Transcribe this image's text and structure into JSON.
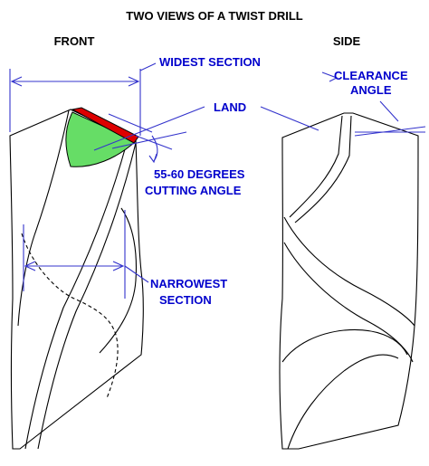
{
  "title": "TWO VIEWS OF A TWIST DRILL",
  "views": {
    "front": "FRONT",
    "side": "SIDE"
  },
  "labels": {
    "widest_section": "WIDEST SECTION",
    "land": "LAND",
    "clearance_line1": "CLEARANCE",
    "clearance_line2": "ANGLE",
    "cutting_line1": "55-60 DEGREES",
    "cutting_line2": "CUTTING ANGLE",
    "narrowest_line1": "NARROWEST",
    "narrowest_line2": "SECTION"
  },
  "colors": {
    "label_text": "#0000cc",
    "annotation_lines": "#3333cc",
    "cutting_edge": "#dd0000",
    "lip_face": "#66dd66",
    "outline": "#000000"
  }
}
